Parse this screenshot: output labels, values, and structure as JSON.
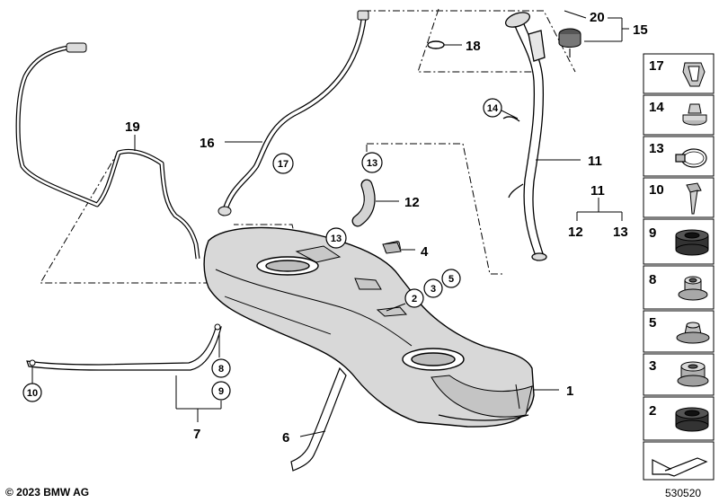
{
  "copyright": "© 2023 BMW AG",
  "diagram_number": "530520",
  "callouts": {
    "c1": "1",
    "c6": "6",
    "c7": "7",
    "c11": "11",
    "c11b": "11",
    "c12": "12",
    "c12b": "12",
    "c13b": "13",
    "c15": "15",
    "c16": "16",
    "c18": "18",
    "c19": "19",
    "c20": "20",
    "c4": "4",
    "circ2": "2",
    "circ3": "3",
    "circ5": "5",
    "circ8": "8",
    "circ9": "9",
    "circ10": "10",
    "circ13a": "13",
    "circ13b": "13",
    "circ14": "14",
    "circ17": "17"
  },
  "parts_panel": [
    {
      "number": "17",
      "icon": "clip-icon"
    },
    {
      "number": "14",
      "icon": "nut-icon"
    },
    {
      "number": "13",
      "icon": "hose-clamp-icon"
    },
    {
      "number": "10",
      "icon": "bolt-icon"
    },
    {
      "number": "9",
      "icon": "grommet-icon"
    },
    {
      "number": "8",
      "icon": "bushing-icon"
    },
    {
      "number": "5",
      "icon": "rubber-washer-icon"
    },
    {
      "number": "3",
      "icon": "spacer-sleeve-icon"
    },
    {
      "number": "2",
      "icon": "grommet-icon"
    }
  ]
}
